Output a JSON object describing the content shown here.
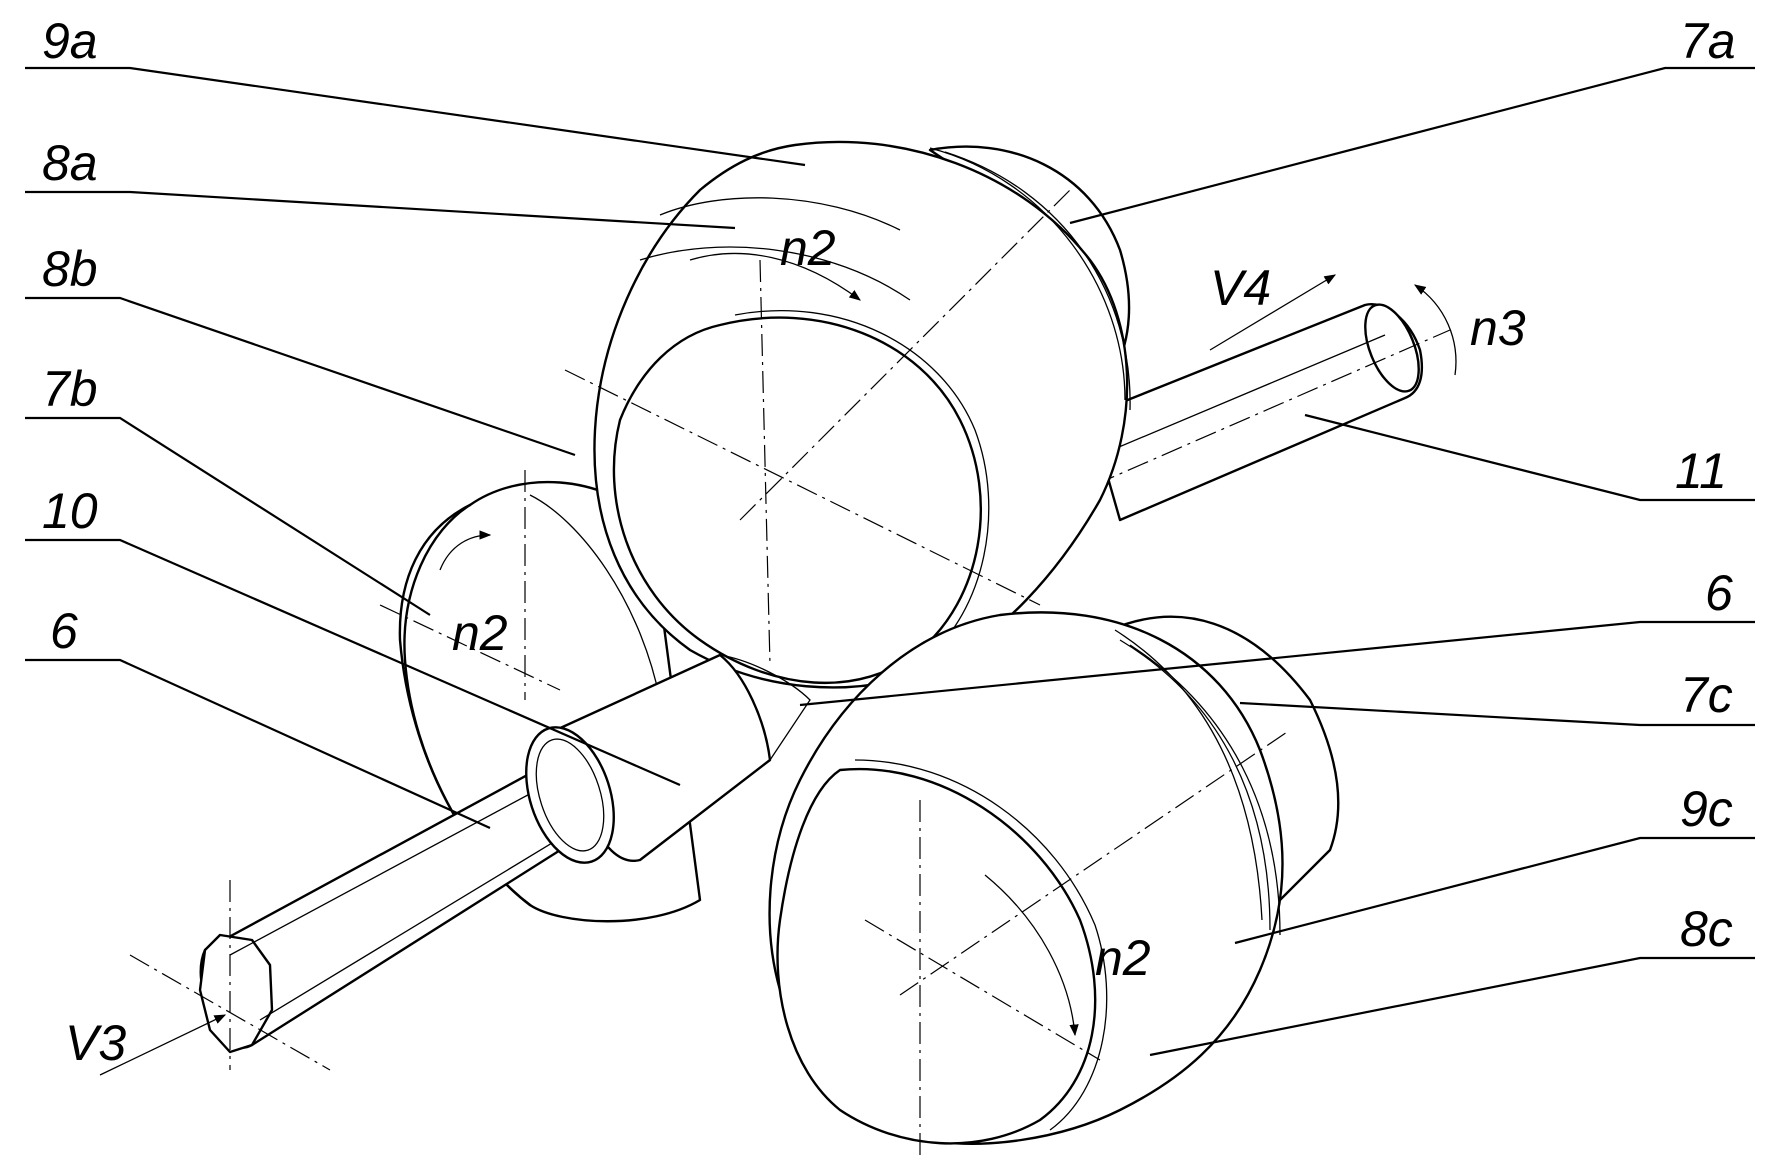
{
  "labels": {
    "l9a": "9a",
    "l8a": "8a",
    "l8b": "8b",
    "l7b": "7b",
    "l10": "10",
    "l6_left": "6",
    "l7a": "7a",
    "l11": "11",
    "l6_right": "6",
    "l7c": "7c",
    "l9c": "9c",
    "l8c": "8c",
    "n2_top": "n2",
    "n2_left": "n2",
    "n2_bottom": "n2",
    "v4": "V4",
    "n3": "n3",
    "v3": "V3"
  }
}
